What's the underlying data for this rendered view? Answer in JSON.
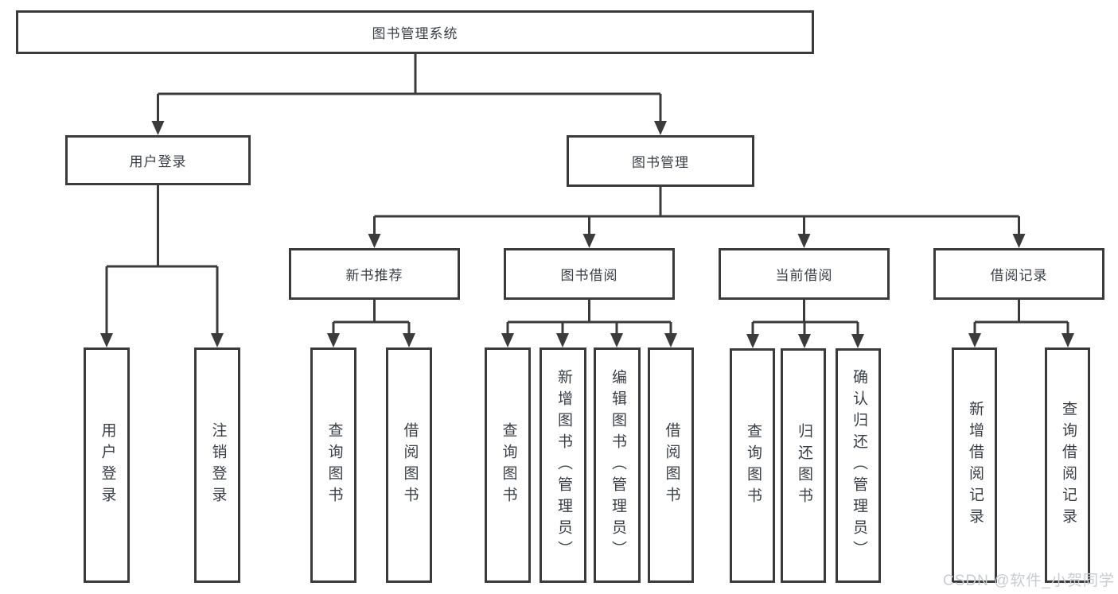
{
  "nodes": {
    "root": "图书管理系统",
    "user_login": "用户登录",
    "book_mgmt": "图书管理",
    "new_book_rec": "新书推荐",
    "book_borrow": "图书借阅",
    "current_borrow": "当前借阅",
    "borrow_records": "借阅记录",
    "ul_user_login": "用户登录",
    "ul_logout": "注销登录",
    "nb_query_books": "查询图书",
    "nb_borrow_books": "借阅图书",
    "bb_query_books": "查询图书",
    "bb_add_books": "新增图书（管理员）",
    "bb_edit_books": "编辑图书（管理员）",
    "bb_borrow_books": "借阅图书",
    "cb_query_books": "查询图书",
    "cb_return_books": "归还图书",
    "cb_confirm_return": "确认归还（管理员）",
    "br_add_record": "新增借阅记录",
    "br_query_record": "查询借阅记录"
  },
  "watermark": {
    "text": "CSDN @软件_小贺同学"
  },
  "colors": {
    "line": "#3b3b3b",
    "box_border": "#3b3b3b",
    "text": "#3a3f45",
    "background": "#ffffff",
    "watermark_text": "#c9ccd0"
  }
}
